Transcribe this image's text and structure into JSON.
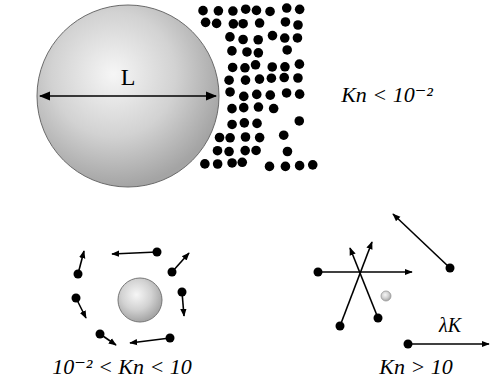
{
  "diagram": {
    "nodes": [
      {
        "text": [
          "L"
        ]
      }
    ],
    "labels": [
      "Kn < 10⁻²",
      "10⁻² < Kn < 10",
      "λK",
      "Kn > 10"
    ]
  }
}
